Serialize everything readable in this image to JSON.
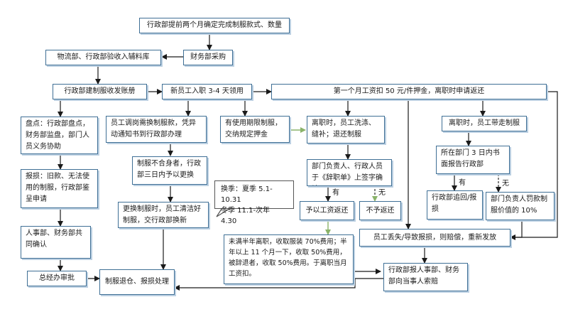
{
  "nodes": {
    "n1": "行政部提前两个月确定完成制服款式、数量",
    "n2": "物流部、行政部验收入辅料库",
    "n3": "财务部采购",
    "n4": "行政部建制服收发账册",
    "n5": "新员工入职 3-4 天领用",
    "n6": "第一个月工资扣 50 元/件押金，离职时申请返还",
    "n7": "盘点：行政部盘点，财务部监盘，部门人员义务协助",
    "n8": "员工调岗需换制服款，凭异动通知书到行政部办理",
    "n9": "有使用期限制服，交纳规定押金",
    "n10": "离职时，员工洗涤、缝补；退还制服",
    "n11": "离职时，员工带走制服",
    "n12": "报损：旧款、无法使用的制服，行政部鉴呈申请",
    "n13": "制服不合身者，行政部三日内予以更换",
    "n14": "部门负责人、行政人员于《辞职单》上签字确认",
    "n15": "所在部门 3 日内书面报告行政部",
    "n16": "换季：夏季 5.1-10.31\n冬季 11.1-次年 4.30",
    "n17": "更换制服时，员工清洁好制服，交行政部换新",
    "n18": "予以工资返还",
    "n19": "不予返还",
    "n20": "行政部追回/报损",
    "n21": "部门负责人罚款制服价值的 10%",
    "n22": "人事部、财务部共同确认",
    "n23": "员工丢失/导致报损，则赔偿，重新发放",
    "n24": "未满半年离职，收取服装 70%费用；半年以上 11 个月一下，收取 50%费用，被辞退者，收取 50%费用。于离职当月工资扣。",
    "n25": "总经办审批",
    "n26": "制服退仓、报损处理",
    "n27": "行政部报人事部、财务部向当事人索赔"
  },
  "labels": {
    "you": "有",
    "wu": "无",
    "you2": "有",
    "wu2": "无"
  },
  "colors": {
    "box_border": "#3f6f95",
    "arrow": "#1a1a1a",
    "green_arrow": "#8ab36a"
  }
}
